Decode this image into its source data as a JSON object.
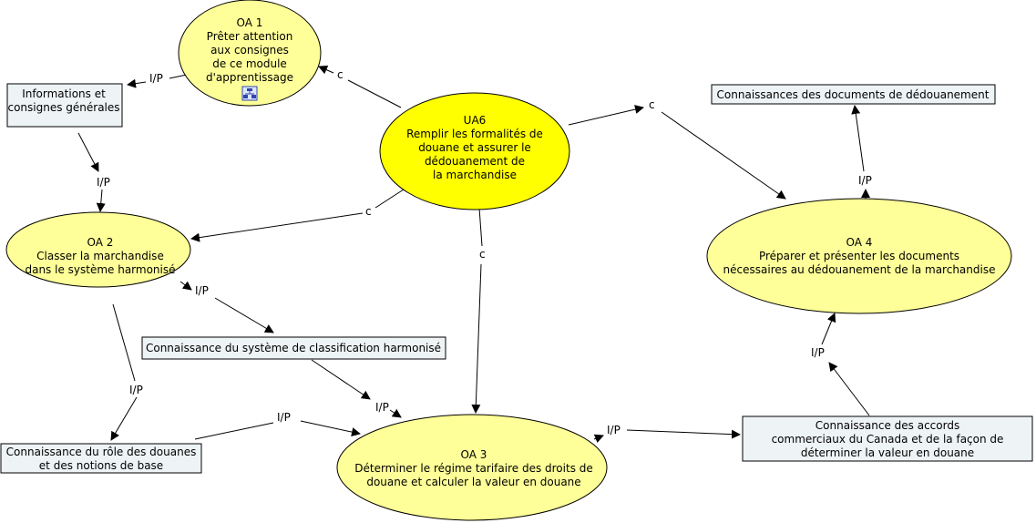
{
  "nodes": {
    "oa1": {
      "lines": [
        "OA 1",
        "Prêter attention",
        "aux consignes",
        "de ce module",
        "d'apprentissage"
      ],
      "icon": "concept-map-icon"
    },
    "ua6": {
      "lines": [
        "UA6",
        "Remplir les formalités de",
        "douane et assurer le",
        "dédouanement de",
        "la marchandise"
      ]
    },
    "oa2": {
      "lines": [
        "OA 2",
        "Classer la marchandise",
        "dans le système harmonisé"
      ]
    },
    "oa3": {
      "lines": [
        "OA 3",
        "Déterminer le régime tarifaire des droits de",
        "douane et calculer la valeur en douane"
      ]
    },
    "oa4": {
      "lines": [
        "OA 4",
        "Préparer et présenter les documents",
        "nécessaires au dédouanement de la marchandise"
      ]
    },
    "info": {
      "lines": [
        "Informations et",
        "consignes générales"
      ]
    },
    "sys": {
      "lines": [
        "Connaissance du système de classification harmonisé"
      ]
    },
    "role": {
      "lines": [
        "Connaissance du rôle des douanes",
        "et des notions de base"
      ]
    },
    "docs": {
      "lines": [
        "Connaissances des documents de dédouanement"
      ]
    },
    "accords": {
      "lines": [
        "Connaissance des accords",
        "commerciaux du Canada et de la façon de",
        "déterminer la valeur en douane"
      ]
    }
  },
  "edge_labels": {
    "c": "c",
    "ip": "I/P"
  },
  "colors": {
    "ellipse_fill": "#ffff99",
    "main_fill": "#ffff00",
    "box_fill": "#eef3f5",
    "stroke": "#000000"
  }
}
